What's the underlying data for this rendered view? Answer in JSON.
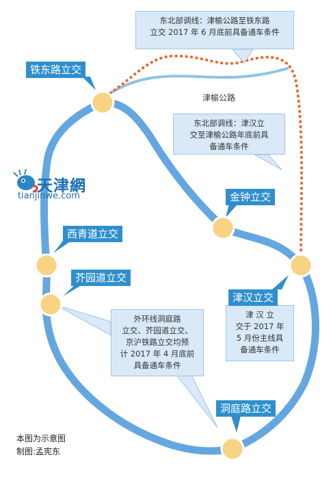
{
  "notes": {
    "northeast_top": [
      "东北部调线：津榆公路至铁东路",
      "立交 2017 年 6 月底前具备通车条件"
    ],
    "northeast_right": [
      "东北部调线：津汉立",
      "交至津榆公路年底前具",
      "备通车条件"
    ],
    "jinhan": [
      "津 汉 立",
      "交于 2017 年",
      "5 月份主线具",
      "备通车条件"
    ],
    "outer_ring": [
      "外环线洞庭路",
      "立交、芥园道立交、",
      "京沪铁路立交均预",
      "计 2017 年 4 月底前",
      "具备通车条件"
    ]
  },
  "nodes": {
    "tiedong": "铁东路立交",
    "jinzhong": "金钟立交",
    "xiqingdao": "西青道立交",
    "jieyuandao": "芥园道立交",
    "jinhan": "津汉立交",
    "dongtinglu": "洞庭路立交"
  },
  "road_jinyu": "津榆公路",
  "logo": {
    "cn": "天津網",
    "url": "tianjinwe.com"
  },
  "footer": {
    "note": "本图为示意图",
    "credit": "制图:孟宪东"
  },
  "colors": {
    "ring": "#64a7e0",
    "branch": "#8cc4ea",
    "planned": "#ea6a2a",
    "node_fill": "#f7d382",
    "label_bg": "#2f8fce"
  }
}
